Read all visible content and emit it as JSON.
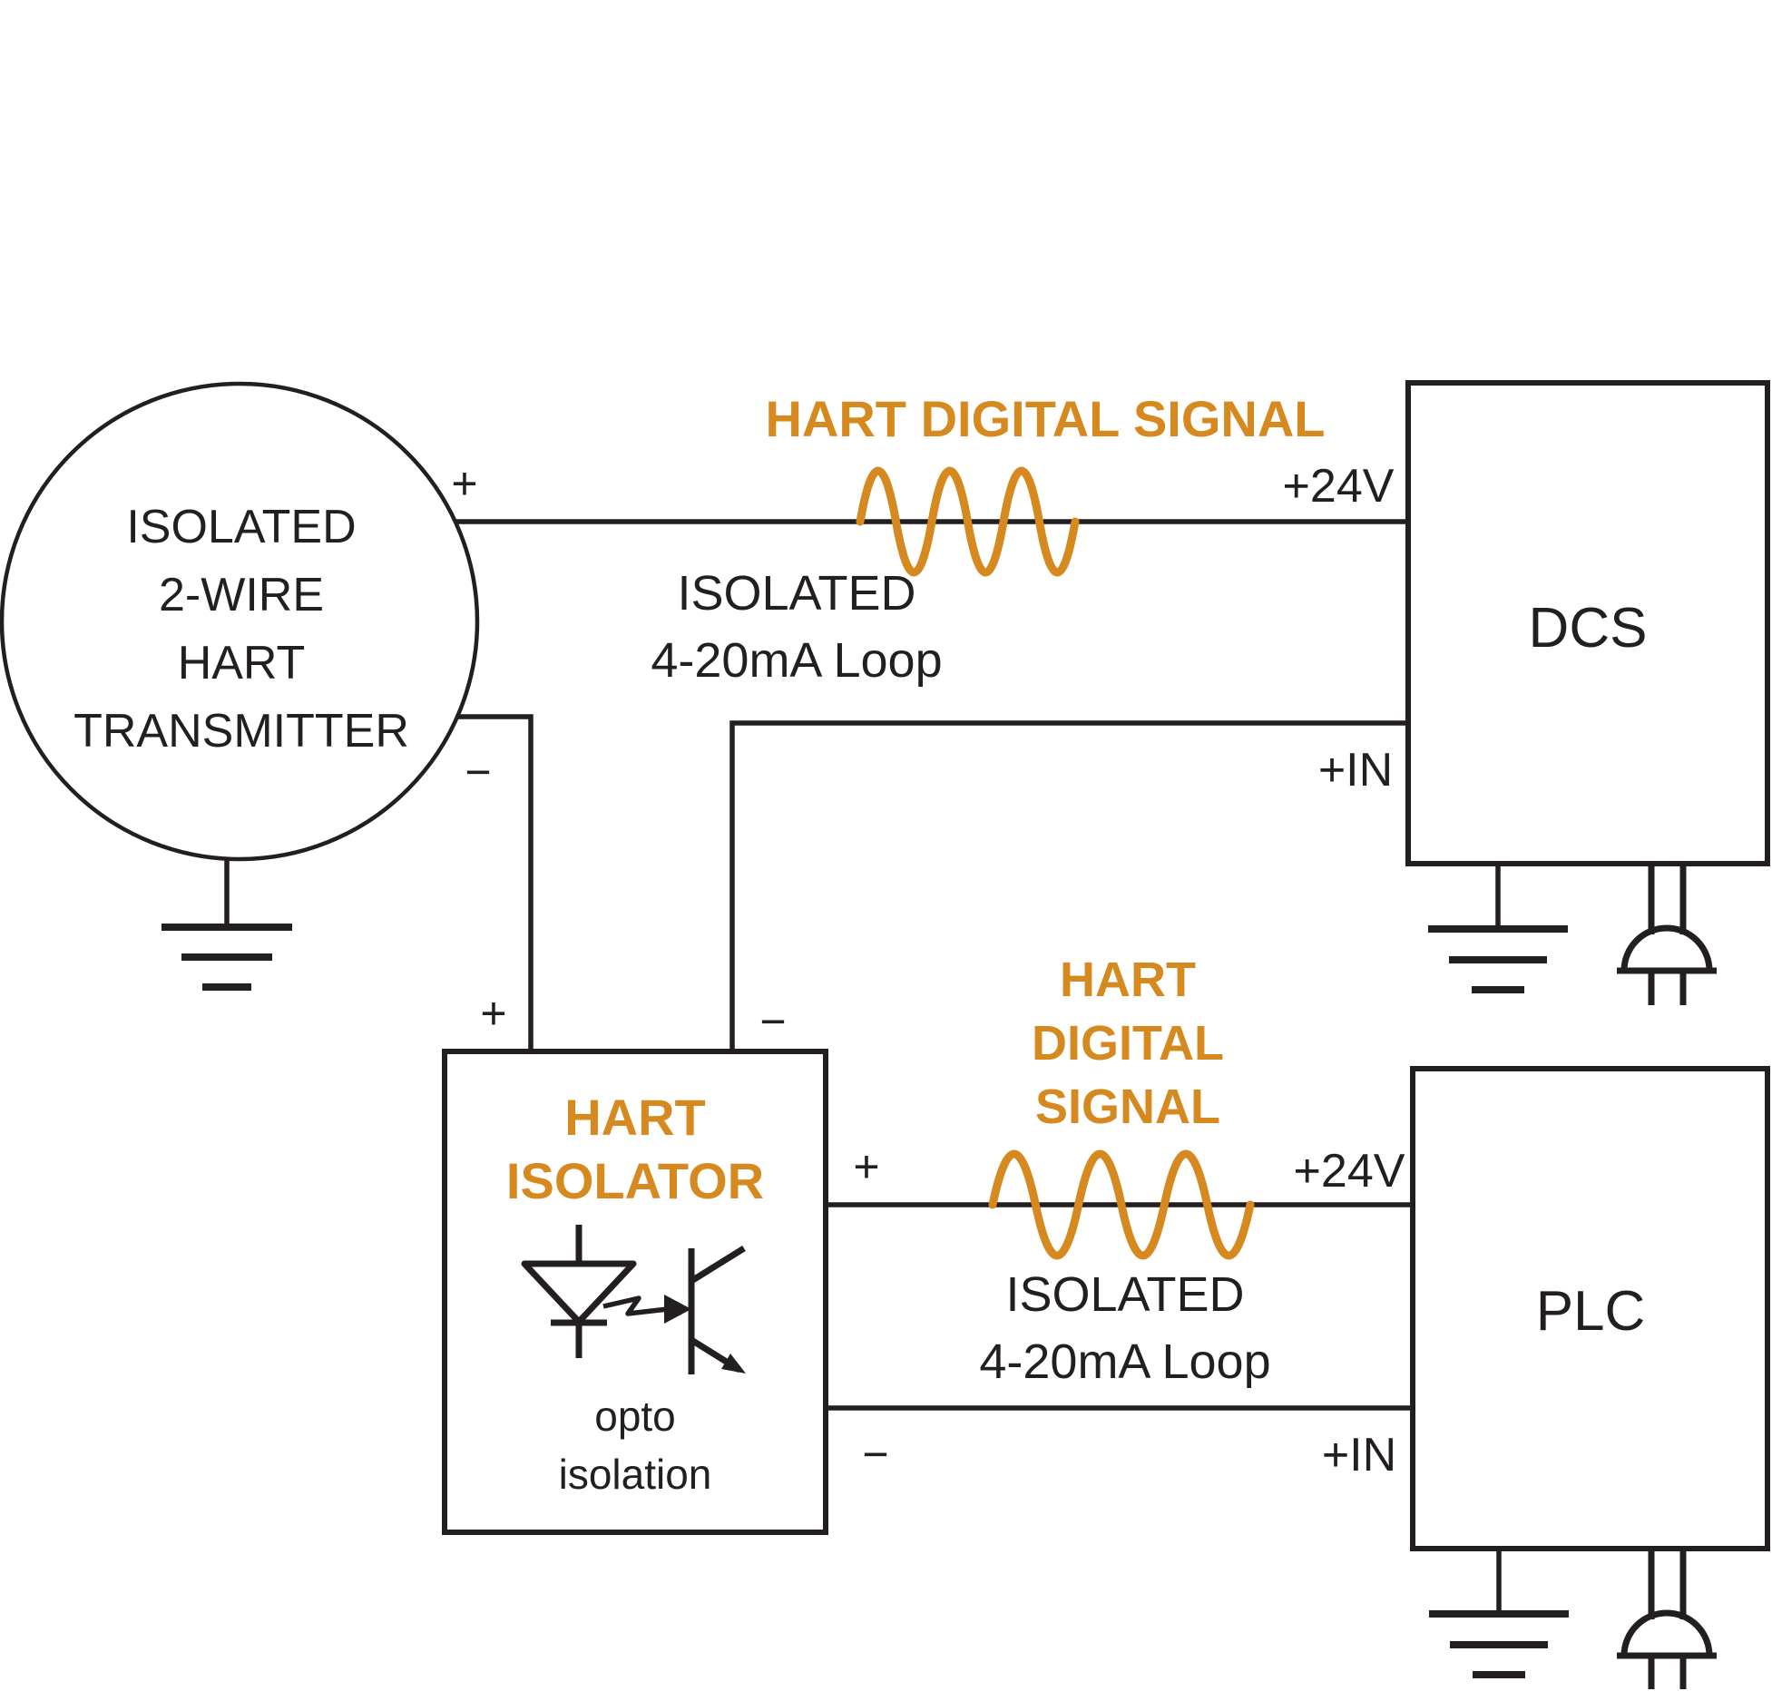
{
  "colors": {
    "ink": "#231F20",
    "accent": "#D5891E",
    "background": "#FFFFFF"
  },
  "transmitter": {
    "lines": [
      "ISOLATED",
      "2-WIRE",
      "HART",
      "TRANSMITTER"
    ],
    "plus": "+",
    "minus": "−"
  },
  "loop_top": {
    "signal": "HART DIGITAL SIGNAL",
    "isolated": "ISOLATED",
    "loop": "4-20mA Loop"
  },
  "loop_bottom": {
    "signal_lines": [
      "HART",
      "DIGITAL",
      "SIGNAL"
    ],
    "isolated": "ISOLATED",
    "loop": "4-20mA Loop",
    "plus": "+",
    "minus": "−"
  },
  "dcs": {
    "name": "DCS",
    "supply": "+24V",
    "input": "+IN"
  },
  "plc": {
    "name": "PLC",
    "supply": "+24V",
    "input": "+IN"
  },
  "isolator": {
    "title_line1": "HART",
    "title_line2": "ISOLATOR",
    "caption_line1": "opto",
    "caption_line2": "isolation",
    "in_plus": "+",
    "in_minus": "−"
  }
}
